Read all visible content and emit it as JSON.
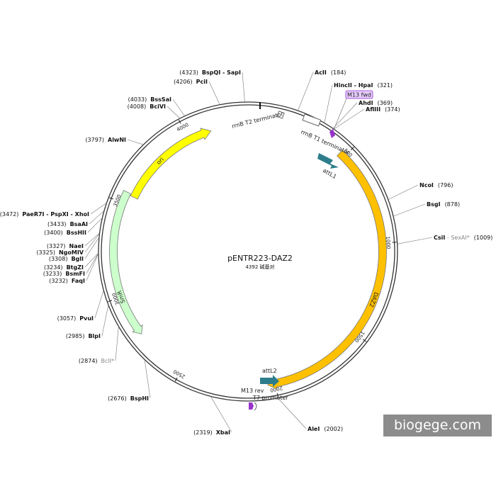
{
  "plasmid": {
    "name": "pENTR223-DAZ2",
    "size_label": "4392 碱基对",
    "length": 4392
  },
  "ticks": [
    {
      "pos": 500,
      "label": "500"
    },
    {
      "pos": 1000,
      "label": "1000"
    },
    {
      "pos": 1500,
      "label": "1500"
    },
    {
      "pos": 2000,
      "label": "2000"
    },
    {
      "pos": 2500,
      "label": "2500"
    },
    {
      "pos": 3000,
      "label": "3000"
    },
    {
      "pos": 3500,
      "label": "3500"
    },
    {
      "pos": 4000,
      "label": "4000"
    }
  ],
  "sites": [
    {
      "pos": 184,
      "pos_label": "(184)",
      "name": "AcII",
      "side": "right"
    },
    {
      "pos": 321,
      "pos_label": "(321)",
      "name": "HincII - HpaI",
      "side": "right"
    },
    {
      "pos": 369,
      "pos_label": "(369)",
      "name": "AhdI",
      "side": "right"
    },
    {
      "pos": 374,
      "pos_label": "(374)",
      "name": "AflIII",
      "side": "right"
    },
    {
      "pos": 796,
      "pos_label": "(796)",
      "name": "NcoI",
      "side": "right"
    },
    {
      "pos": 878,
      "pos_label": "(878)",
      "name": "BsgI",
      "side": "right"
    },
    {
      "pos": 1009,
      "pos_label": "(1009)",
      "name": "CsiI",
      "extra": " - SexAI*",
      "side": "right"
    },
    {
      "pos": 2002,
      "pos_label": "(2002)",
      "name": "AleI",
      "side": "right"
    },
    {
      "pos": 2319,
      "pos_label": "(2319)",
      "name": "XbaI",
      "side": "left"
    },
    {
      "pos": 2676,
      "pos_label": "(2676)",
      "name": "BspHI",
      "side": "left"
    },
    {
      "pos": 2874,
      "pos_label": "(2874)",
      "name": "BclI*",
      "side": "left",
      "dim": true
    },
    {
      "pos": 2985,
      "pos_label": "(2985)",
      "name": "BlpI",
      "side": "left"
    },
    {
      "pos": 3057,
      "pos_label": "(3057)",
      "name": "PvuI",
      "side": "left"
    },
    {
      "pos": 3232,
      "pos_label": "(3232)",
      "name": "FaqI",
      "side": "left"
    },
    {
      "pos": 3233,
      "pos_label": "(3233)",
      "name": "BsmFI",
      "side": "left"
    },
    {
      "pos": 3234,
      "pos_label": "(3234)",
      "name": "BtgZI",
      "side": "left"
    },
    {
      "pos": 3308,
      "pos_label": "(3308)",
      "name": "BglI",
      "side": "left"
    },
    {
      "pos": 3325,
      "pos_label": "(3325)",
      "name": "NgoMIV",
      "side": "left"
    },
    {
      "pos": 3327,
      "pos_label": "(3327)",
      "name": "NaeI",
      "side": "left"
    },
    {
      "pos": 3400,
      "pos_label": "(3400)",
      "name": "BssHII",
      "side": "left"
    },
    {
      "pos": 3433,
      "pos_label": "(3433)",
      "name": "BsaAI",
      "side": "left"
    },
    {
      "pos": 3472,
      "pos_label": "(3472)",
      "name": "PaeR7I - PspXI - XhoI",
      "side": "left"
    },
    {
      "pos": 3797,
      "pos_label": "(3797)",
      "name": "AlwNI",
      "side": "left"
    },
    {
      "pos": 4008,
      "pos_label": "(4008)",
      "name": "BciVI",
      "side": "left"
    },
    {
      "pos": 4033,
      "pos_label": "(4033)",
      "name": "BssSaI",
      "side": "left"
    },
    {
      "pos": 4206,
      "pos_label": "(4206)",
      "name": "PciI",
      "side": "left"
    },
    {
      "pos": 4323,
      "pos_label": "(4323)",
      "name": "BspQI - SapI",
      "side": "left"
    }
  ],
  "features": {
    "daz2": {
      "label": "DAZ2",
      "color": "#FFC000"
    },
    "ori": {
      "label": "ori",
      "color": "#FFFF00"
    },
    "smr": {
      "label": "SmR",
      "color": "#CCFFCC"
    },
    "attl1": {
      "label": "attL1",
      "color": "#2E7D8C"
    },
    "attl2": {
      "label": "attL2",
      "color": "#2E7D8C"
    },
    "rrnb_t1": {
      "label": "rrnB T1 terminator"
    },
    "rrnb_t2": {
      "label": "rrnB T2 terminator"
    },
    "m13fwd": {
      "label": "M13 fwd",
      "color": "#9933CC",
      "badge_fill": "#E6CCFF"
    },
    "m13rev": {
      "label": "M13 rev",
      "color": "#9933CC"
    },
    "t7": {
      "label": "T7 promoter"
    }
  },
  "watermark": "biogege.com"
}
